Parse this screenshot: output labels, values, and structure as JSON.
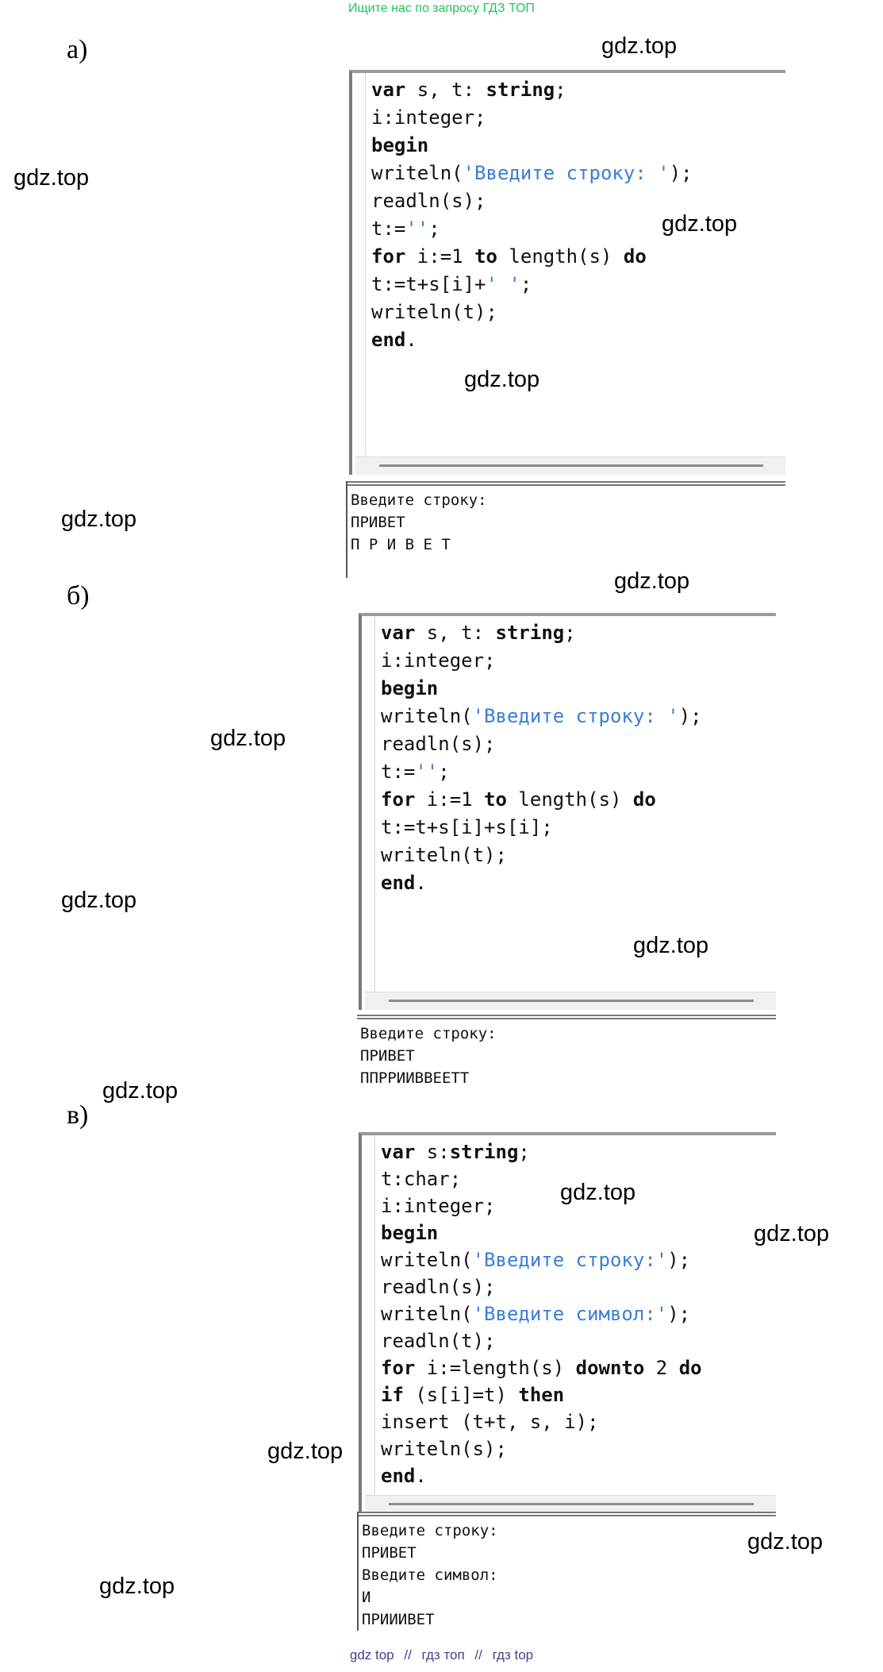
{
  "banner": "Ищите нас по запросу ГДЗ ТОП",
  "watermark": "gdz.top",
  "sections": {
    "a": {
      "label": "а)",
      "code": [
        [
          {
            "t": "var",
            "c": "kw"
          },
          {
            "t": " s, t: "
          },
          {
            "t": "string",
            "c": "kw"
          },
          {
            "t": ";"
          }
        ],
        [
          {
            "t": "i:integer;"
          }
        ],
        [
          {
            "t": "begin",
            "c": "kw"
          }
        ],
        [
          {
            "t": "writeln("
          },
          {
            "t": "'Введите строку: '",
            "c": "str"
          },
          {
            "t": ");"
          }
        ],
        [
          {
            "t": "readln(s);"
          }
        ],
        [
          {
            "t": "t:="
          },
          {
            "t": "''",
            "c": "str"
          },
          {
            "t": ";"
          }
        ],
        [
          {
            "t": "for",
            "c": "kw"
          },
          {
            "t": " i:=1 "
          },
          {
            "t": "to",
            "c": "kw"
          },
          {
            "t": " length(s) "
          },
          {
            "t": "do",
            "c": "kw"
          }
        ],
        [
          {
            "t": "t:=t+s[i]+"
          },
          {
            "t": "' '",
            "c": "str"
          },
          {
            "t": ";"
          }
        ],
        [
          {
            "t": "writeln(t);"
          }
        ],
        [
          {
            "t": "end",
            "c": "kw"
          },
          {
            "t": "."
          }
        ]
      ],
      "output": [
        "Введите строку:",
        "ПРИВЕТ",
        "П Р И В Е Т"
      ]
    },
    "b": {
      "label": "б)",
      "code": [
        [
          {
            "t": "var",
            "c": "kw"
          },
          {
            "t": " s, t: "
          },
          {
            "t": "string",
            "c": "kw"
          },
          {
            "t": ";"
          }
        ],
        [
          {
            "t": "i:integer;"
          }
        ],
        [
          {
            "t": "begin",
            "c": "kw"
          }
        ],
        [
          {
            "t": "writeln("
          },
          {
            "t": "'Введите строку: '",
            "c": "str"
          },
          {
            "t": ");"
          }
        ],
        [
          {
            "t": "readln(s);"
          }
        ],
        [
          {
            "t": "t:="
          },
          {
            "t": "''",
            "c": "str"
          },
          {
            "t": ";"
          }
        ],
        [
          {
            "t": "for",
            "c": "kw"
          },
          {
            "t": " i:=1 "
          },
          {
            "t": "to",
            "c": "kw"
          },
          {
            "t": " length(s) "
          },
          {
            "t": "do",
            "c": "kw"
          }
        ],
        [
          {
            "t": "t:=t+s[i]+s[i];"
          }
        ],
        [
          {
            "t": "writeln(t);"
          }
        ],
        [
          {
            "t": "end",
            "c": "kw"
          },
          {
            "t": "."
          }
        ]
      ],
      "output": [
        "Введите строку:",
        "ПРИВЕТ",
        "ППРРИИВВЕЕТТ"
      ]
    },
    "c": {
      "label": "в)",
      "code": [
        [
          {
            "t": "var",
            "c": "kw"
          },
          {
            "t": " s:"
          },
          {
            "t": "string",
            "c": "kw"
          },
          {
            "t": ";"
          }
        ],
        [
          {
            "t": "t:char;"
          }
        ],
        [
          {
            "t": "i:integer;"
          }
        ],
        [
          {
            "t": "begin",
            "c": "kw"
          }
        ],
        [
          {
            "t": "writeln("
          },
          {
            "t": "'Введите строку:'",
            "c": "str"
          },
          {
            "t": ");"
          }
        ],
        [
          {
            "t": "readln(s);"
          }
        ],
        [
          {
            "t": "writeln("
          },
          {
            "t": "'Введите символ:'",
            "c": "str"
          },
          {
            "t": ");"
          }
        ],
        [
          {
            "t": "readln(t);"
          }
        ],
        [
          {
            "t": "for",
            "c": "kw"
          },
          {
            "t": " i:=length(s) "
          },
          {
            "t": "downto",
            "c": "kw"
          },
          {
            "t": " 2 "
          },
          {
            "t": "do",
            "c": "kw"
          }
        ],
        [
          {
            "t": "if",
            "c": "kw"
          },
          {
            "t": " (s[i]=t) "
          },
          {
            "t": "then",
            "c": "kw"
          }
        ],
        [
          {
            "t": "insert (t+t, s, i);"
          }
        ],
        [
          {
            "t": "writeln(s);"
          }
        ],
        [
          {
            "t": "end",
            "c": "kw"
          },
          {
            "t": "."
          }
        ]
      ],
      "output": [
        "Введите строку:",
        "ПРИВЕТ",
        "Введите символ:",
        "И",
        "ПРИИИВЕТ"
      ]
    }
  },
  "footer": {
    "items": [
      "gdz top",
      "гдз топ",
      "гдз top"
    ],
    "separator": "//"
  },
  "colors": {
    "banner": "#22c55e",
    "keyword": "#111111",
    "string": "#3b7dd8",
    "footer": "#4b3c8f"
  }
}
